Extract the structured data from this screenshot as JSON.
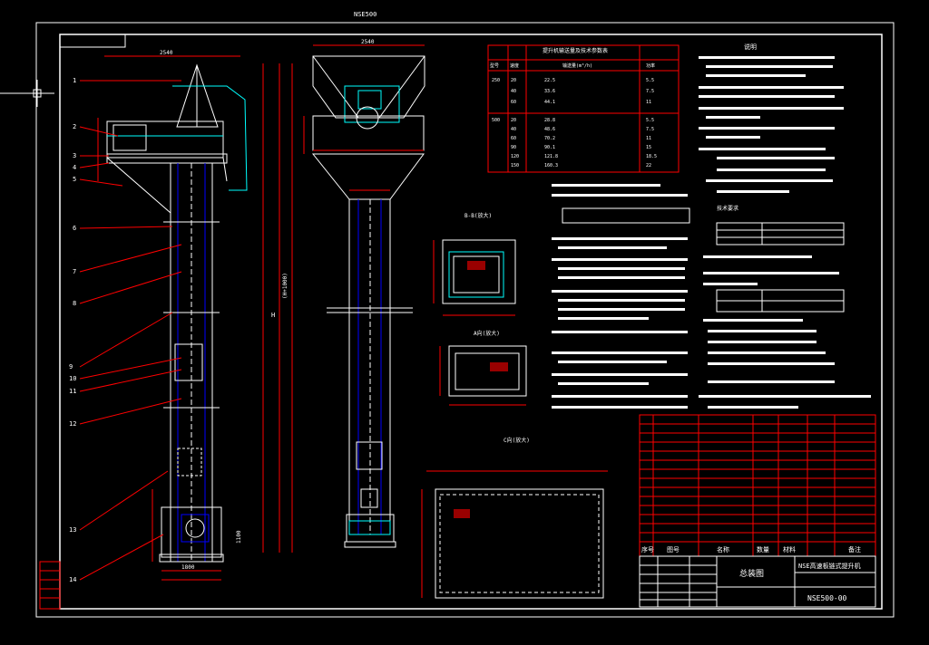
{
  "drawing": {
    "top_label": "NSE500",
    "title_block": {
      "drawing_name": "总装图",
      "product_name": "NSE高速板链式提升机",
      "drawing_number": "NSE500-00",
      "col_headers": [
        "序号",
        "图号",
        "名称",
        "数量",
        "材料",
        "备注"
      ]
    },
    "callouts": [
      "1",
      "2",
      "3",
      "4",
      "5",
      "6",
      "7",
      "8",
      "9",
      "10",
      "11",
      "12",
      "13",
      "14"
    ],
    "dims": {
      "top_width_left": "2540",
      "top_width_mid": "2540",
      "base_width": "1800",
      "vertical_h": "H",
      "vertical_h2": "(H+1000)",
      "height_1": "1100"
    },
    "section_labels": {
      "a": "A向(放大)",
      "b": "B-B(放大)",
      "c": "C向(放大)"
    },
    "table": {
      "title": "提升机输送量及技术参数表",
      "headers": [
        "型号",
        "速度",
        "输送量(m³/h)",
        "功率"
      ],
      "rows": [
        [
          "250",
          "20",
          "22.5",
          "5.5"
        ],
        [
          "",
          "40",
          "33.6",
          "7.5"
        ],
        [
          "",
          "60",
          "44.1",
          "11"
        ],
        [
          "500",
          "20",
          "28.8",
          "5.5"
        ],
        [
          "",
          "40",
          "48.6",
          "7.5"
        ],
        [
          "",
          "60",
          "70.2",
          "11"
        ],
        [
          "",
          "90",
          "90.1",
          "15"
        ],
        [
          "",
          "120",
          "121.8",
          "18.5"
        ],
        [
          "",
          "150",
          "160.3",
          "22"
        ]
      ]
    },
    "notes_title": "说明",
    "tech_title": "技术要求"
  }
}
